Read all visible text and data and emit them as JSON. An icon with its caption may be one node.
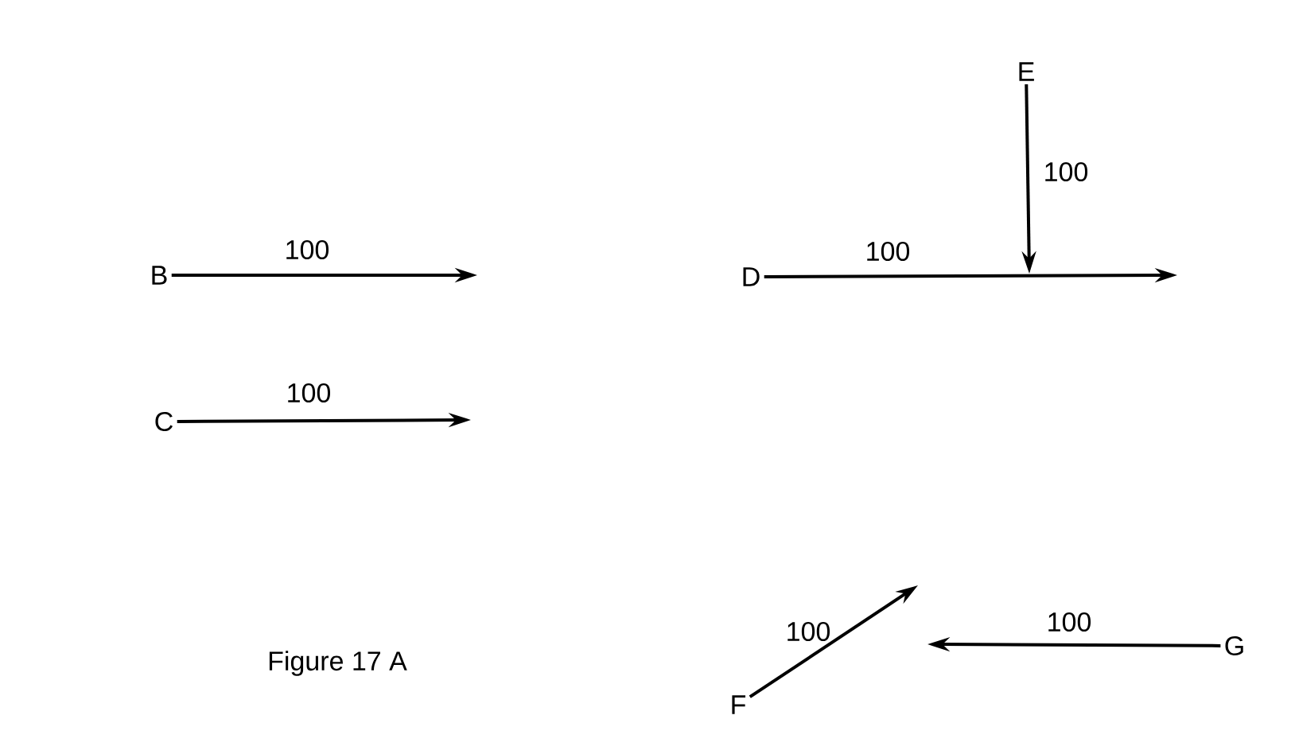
{
  "diagram": {
    "caption": "Figure 17 A",
    "nodes": [
      {
        "text": [
          "B"
        ]
      },
      {
        "text": [
          "C"
        ]
      },
      {
        "text": [
          "D"
        ]
      },
      {
        "text": [
          "E"
        ]
      },
      {
        "text": [
          "F"
        ]
      },
      {
        "text": [
          "G"
        ]
      }
    ],
    "edges": [
      {
        "from": 0,
        "to": null,
        "arrow": "to",
        "label": "100"
      },
      {
        "from": 1,
        "to": null,
        "arrow": "to",
        "label": "100"
      },
      {
        "from": 2,
        "to": null,
        "arrow": "to",
        "label": "100"
      },
      {
        "from": 3,
        "to": null,
        "arrow": "to",
        "label": "100"
      },
      {
        "from": 4,
        "to": null,
        "arrow": "to",
        "label": "100"
      },
      {
        "from": 5,
        "to": null,
        "arrow": "to",
        "label": "100"
      }
    ]
  }
}
